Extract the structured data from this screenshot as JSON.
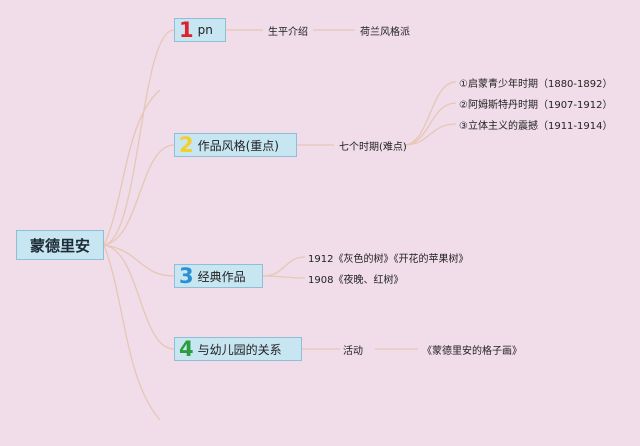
{
  "root": {
    "label": "蒙德里安"
  },
  "branches": [
    {
      "number": "1",
      "number_color": "#e0202c",
      "label": "pn",
      "children": [
        "生平介绍",
        "荷兰风格派"
      ]
    },
    {
      "number": "2",
      "number_color": "#f2cf2a",
      "label": "作品风格(重点)",
      "children": [
        "七个时期(难点)"
      ],
      "subchildren": [
        "①启蒙青少年时期（1880-1892）",
        "②阿姆斯特丹时期（1907-1912）",
        "③立体主义的震撼（1911-1914）"
      ]
    },
    {
      "number": "3",
      "number_color": "#2a8fd6",
      "label": "经典作品",
      "children": [
        "1912《灰色的树》《开花的苹果树》",
        "1908《夜晚、红树》"
      ]
    },
    {
      "number": "4",
      "number_color": "#2a9d3c",
      "label": "与幼儿园的关系",
      "children": [
        "活动",
        "《蒙德里安的格子画》"
      ]
    }
  ],
  "colors": {
    "background": "#f0dde9",
    "box_fill": "#c7e6f1",
    "box_border": "#8fbfd2",
    "connector": "#e6c7b6"
  }
}
